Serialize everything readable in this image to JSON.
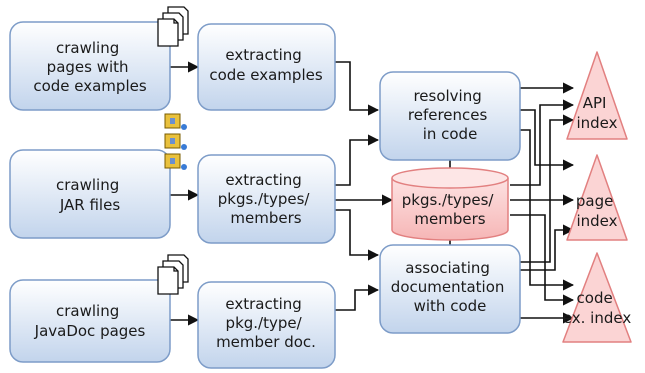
{
  "diagram": {
    "boxes": [
      {
        "id": "crawl_pages",
        "lines": [
          "crawling",
          "pages with",
          "code examples"
        ]
      },
      {
        "id": "crawl_jar",
        "lines": [
          "crawling",
          "JAR files"
        ]
      },
      {
        "id": "crawl_javadoc",
        "lines": [
          "crawling",
          "JavaDoc pages"
        ]
      },
      {
        "id": "extract_code",
        "lines": [
          "extracting",
          "code examples"
        ]
      },
      {
        "id": "extract_pkgs",
        "lines": [
          "extracting",
          "pkgs./types/",
          "members"
        ]
      },
      {
        "id": "extract_doc",
        "lines": [
          "extracting",
          "pkg./type/",
          "member doc."
        ]
      },
      {
        "id": "resolve_refs",
        "lines": [
          "resolving",
          "references",
          "in code"
        ]
      },
      {
        "id": "associate_doc",
        "lines": [
          "associating",
          "documentation",
          "with code"
        ]
      }
    ],
    "database": {
      "id": "pkgs_db",
      "lines": [
        "pkgs./types/",
        "members"
      ]
    },
    "indexes": [
      {
        "id": "api_index",
        "lines": [
          "API",
          "index"
        ]
      },
      {
        "id": "page_index",
        "lines": [
          "page",
          "index"
        ]
      },
      {
        "id": "code_index",
        "lines": [
          "code",
          "ex. index"
        ]
      }
    ],
    "colors": {
      "box_top": "#ffffff",
      "box_bottom": "#c2d4ec",
      "box_stroke": "#7d9cc8",
      "index_fill": "#fbd4d4",
      "index_stroke": "#e28080",
      "arrow": "#111111"
    }
  }
}
